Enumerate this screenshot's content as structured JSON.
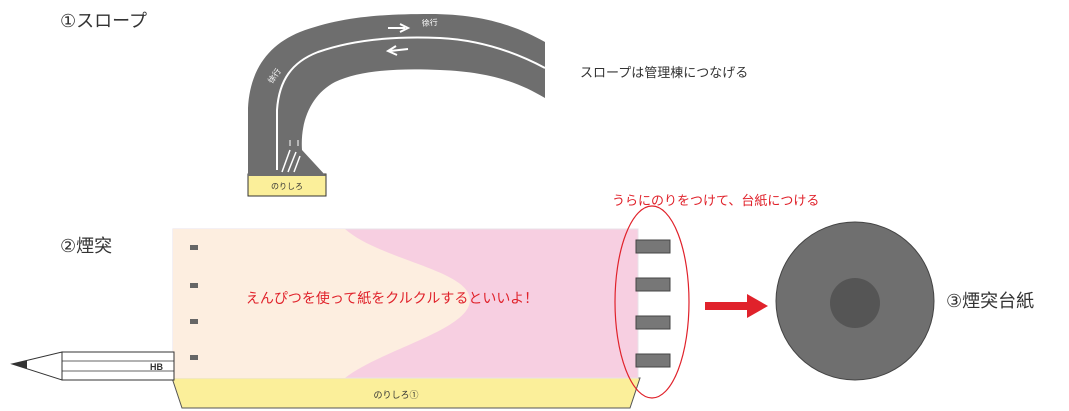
{
  "headings": {
    "slope": "①スロープ",
    "chimney": "②煙突",
    "chimney_base": "③煙突台紙"
  },
  "notes": {
    "slope_connect": "スロープは管理棟につなげる",
    "glue_back": "うらにのりをつけて、台紙につける",
    "pencil_curl": "えんぴつを使って紙をクルクルするといいよ！"
  },
  "labels": {
    "slope_glue_tab": "のりしろ",
    "chimney_glue_tab": "のりしろ①",
    "pencil_grade": "HB",
    "road_upper": "徐行",
    "road_left": "徐行"
  },
  "colors": {
    "road": "#6e6e6e",
    "glue_tab": "#fbef9a",
    "chimney_left": "#fdeee0",
    "chimney_right": "#f7cfe1",
    "annotation": "#e0222b",
    "base_outer": "#6f6f6f",
    "base_inner": "#555555"
  }
}
